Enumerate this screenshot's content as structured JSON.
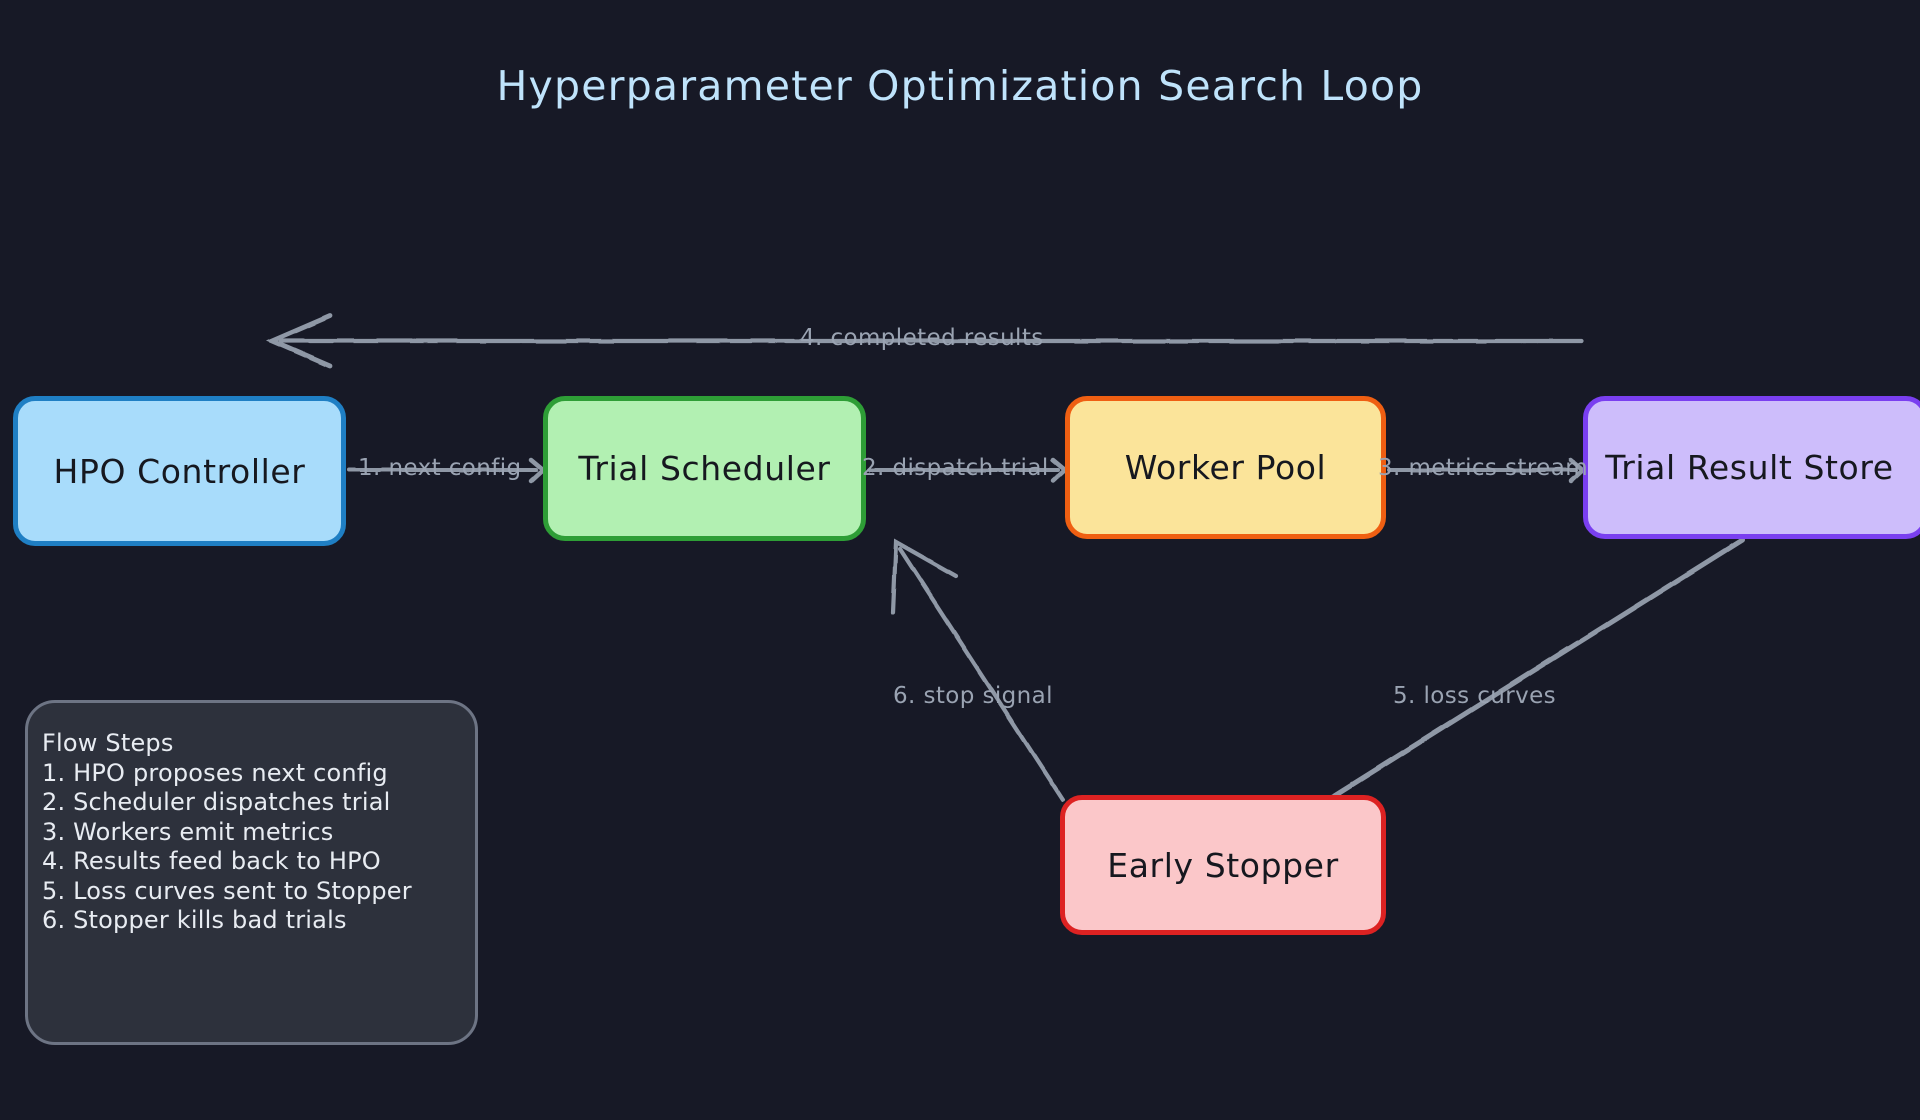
{
  "page": {
    "background_color": "#171926",
    "title": "Hyperparameter Optimization Search Loop",
    "title_color": "#bfe3fb"
  },
  "diagram": {
    "type": "flowchart",
    "style": "hand-drawn",
    "nodes": [
      {
        "id": "hpo",
        "label": "HPO Controller",
        "fill": "#a8dcfb",
        "stroke": "#1f7fc4"
      },
      {
        "id": "sched",
        "label": "Trial Scheduler",
        "fill": "#b2f0b2",
        "stroke": "#2e9e36"
      },
      {
        "id": "worker",
        "label": "Worker Pool",
        "fill": "#fbe49a",
        "stroke": "#ef5f12"
      },
      {
        "id": "store",
        "label": "Trial Result Store",
        "fill": "#cdbdfb",
        "stroke": "#7a3ff0"
      },
      {
        "id": "stopper",
        "label": "Early Stopper",
        "fill": "#fbc7c9",
        "stroke": "#dd2222"
      }
    ],
    "edges": [
      {
        "id": "e1",
        "from": "hpo",
        "to": "sched",
        "label": "1. next config"
      },
      {
        "id": "e2",
        "from": "sched",
        "to": "worker",
        "label": "2. dispatch trial"
      },
      {
        "id": "e3",
        "from": "worker",
        "to": "store",
        "label": "3. metrics stream"
      },
      {
        "id": "e4",
        "from": "store",
        "to": "hpo",
        "label": "4. completed results"
      },
      {
        "id": "e5",
        "from": "store",
        "to": "stopper",
        "label": "5. loss curves"
      },
      {
        "id": "e6",
        "from": "stopper",
        "to": "sched",
        "label": "6. stop signal"
      }
    ],
    "edge_color": "#8f98a6"
  },
  "legend": {
    "title": "Flow Steps",
    "border_color": "#6d7484",
    "background_color": "#2d313c",
    "text_color": "#e8ecf2",
    "steps": [
      "1. HPO proposes next config",
      "2. Scheduler dispatches trial",
      "3. Workers emit metrics",
      "4. Results feed back to HPO",
      "5. Loss curves sent to Stopper",
      "6. Stopper kills bad trials"
    ]
  }
}
